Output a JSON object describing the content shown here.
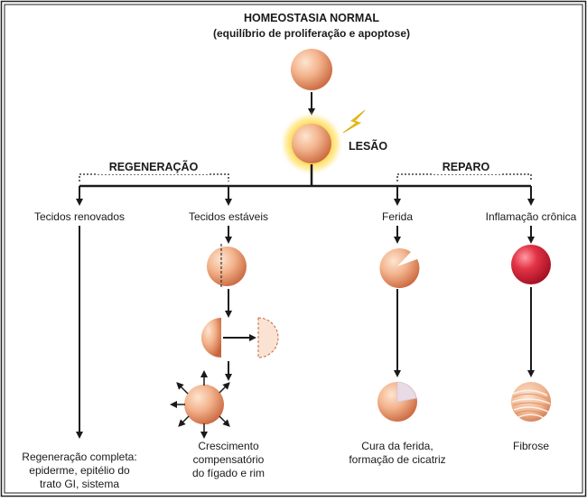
{
  "title": "HOMEOSTASIA NORMAL",
  "subtitle": "(equilíbrio de proliferação e apoptose)",
  "injury_label": "LESÃO",
  "regeneration_label": "REGENERAÇÃO",
  "repair_label": "REPARO",
  "branches": {
    "renewed": "Tecidos renovados",
    "stable": "Tecidos estáveis",
    "wound": "Ferida",
    "inflammation": "Inflamação crônica"
  },
  "outcomes": {
    "regeneration_lines": [
      "Regeneração completa:",
      "epiderme, epitélio do",
      "trato GI, sistema"
    ],
    "compensatory_lines": [
      "Crescimento",
      "compensatório",
      "do fígado e rim"
    ],
    "wound_healing_lines": [
      "Cura da ferida,",
      "formação de cicatriz"
    ],
    "fibrosis": "Fibrose"
  },
  "colors": {
    "cell_light": "#f6c7a6",
    "cell_dark": "#c8643c",
    "inflamed_cell": "#d81f35",
    "glow": "#ffd23a",
    "lightning": "#f2c40f",
    "line": "#1a1a1a"
  }
}
